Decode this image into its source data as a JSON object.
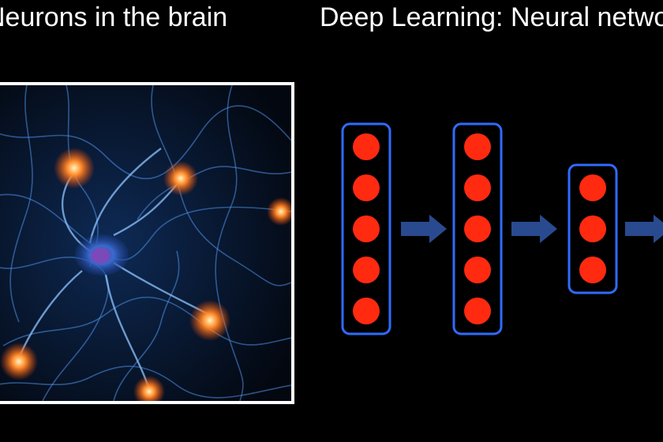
{
  "titles": {
    "left": "Neurons in the brain",
    "right": "Deep Learning: Neural network"
  },
  "network": {
    "layers": [
      5,
      5,
      3,
      0
    ],
    "colors": {
      "node": "#ff2a10",
      "layer_border": "#2f6bff",
      "arrow": "#2a4a90"
    }
  },
  "photo": {
    "subject": "neurons-illustration"
  }
}
